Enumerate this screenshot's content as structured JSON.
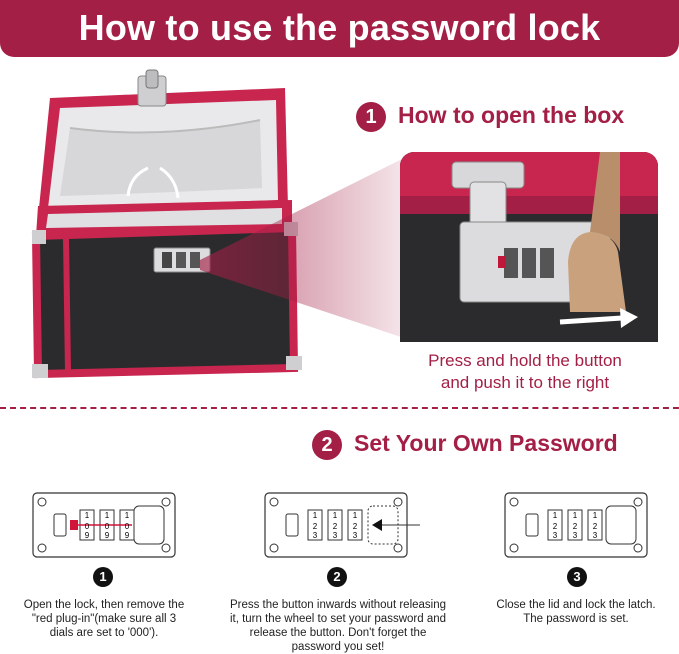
{
  "header": {
    "title": "How to use the password lock"
  },
  "step1": {
    "number": "1",
    "title": "How to open the box",
    "caption_line1": "Press and hold the button",
    "caption_line2": "and push it to the right"
  },
  "step2": {
    "number": "2",
    "title": "Set Your Own Password"
  },
  "dials": {
    "top": "1",
    "mid": "2",
    "bottom": "3",
    "alt_top": "0",
    "alt_bottom": "9"
  },
  "instructions": [
    {
      "badge": "1",
      "line1": "Open the lock, then remove the",
      "line2": "\"red plug-in\"(make sure all 3",
      "line3": "dials are set to '000').",
      "line4": ""
    },
    {
      "badge": "2",
      "line1": "Press the button inwards without releasing",
      "line2": "it, turn the wheel to set your password and",
      "line3": "release the button. Don't forget the",
      "line4": "password you set!"
    },
    {
      "badge": "3",
      "line1": "Close the lid and lock the latch.",
      "line2": "The password is set.",
      "line3": "",
      "line4": ""
    }
  ],
  "colors": {
    "accent": "#a31f45",
    "box_body": "#2b2b2d",
    "frame": "#c8264f"
  }
}
